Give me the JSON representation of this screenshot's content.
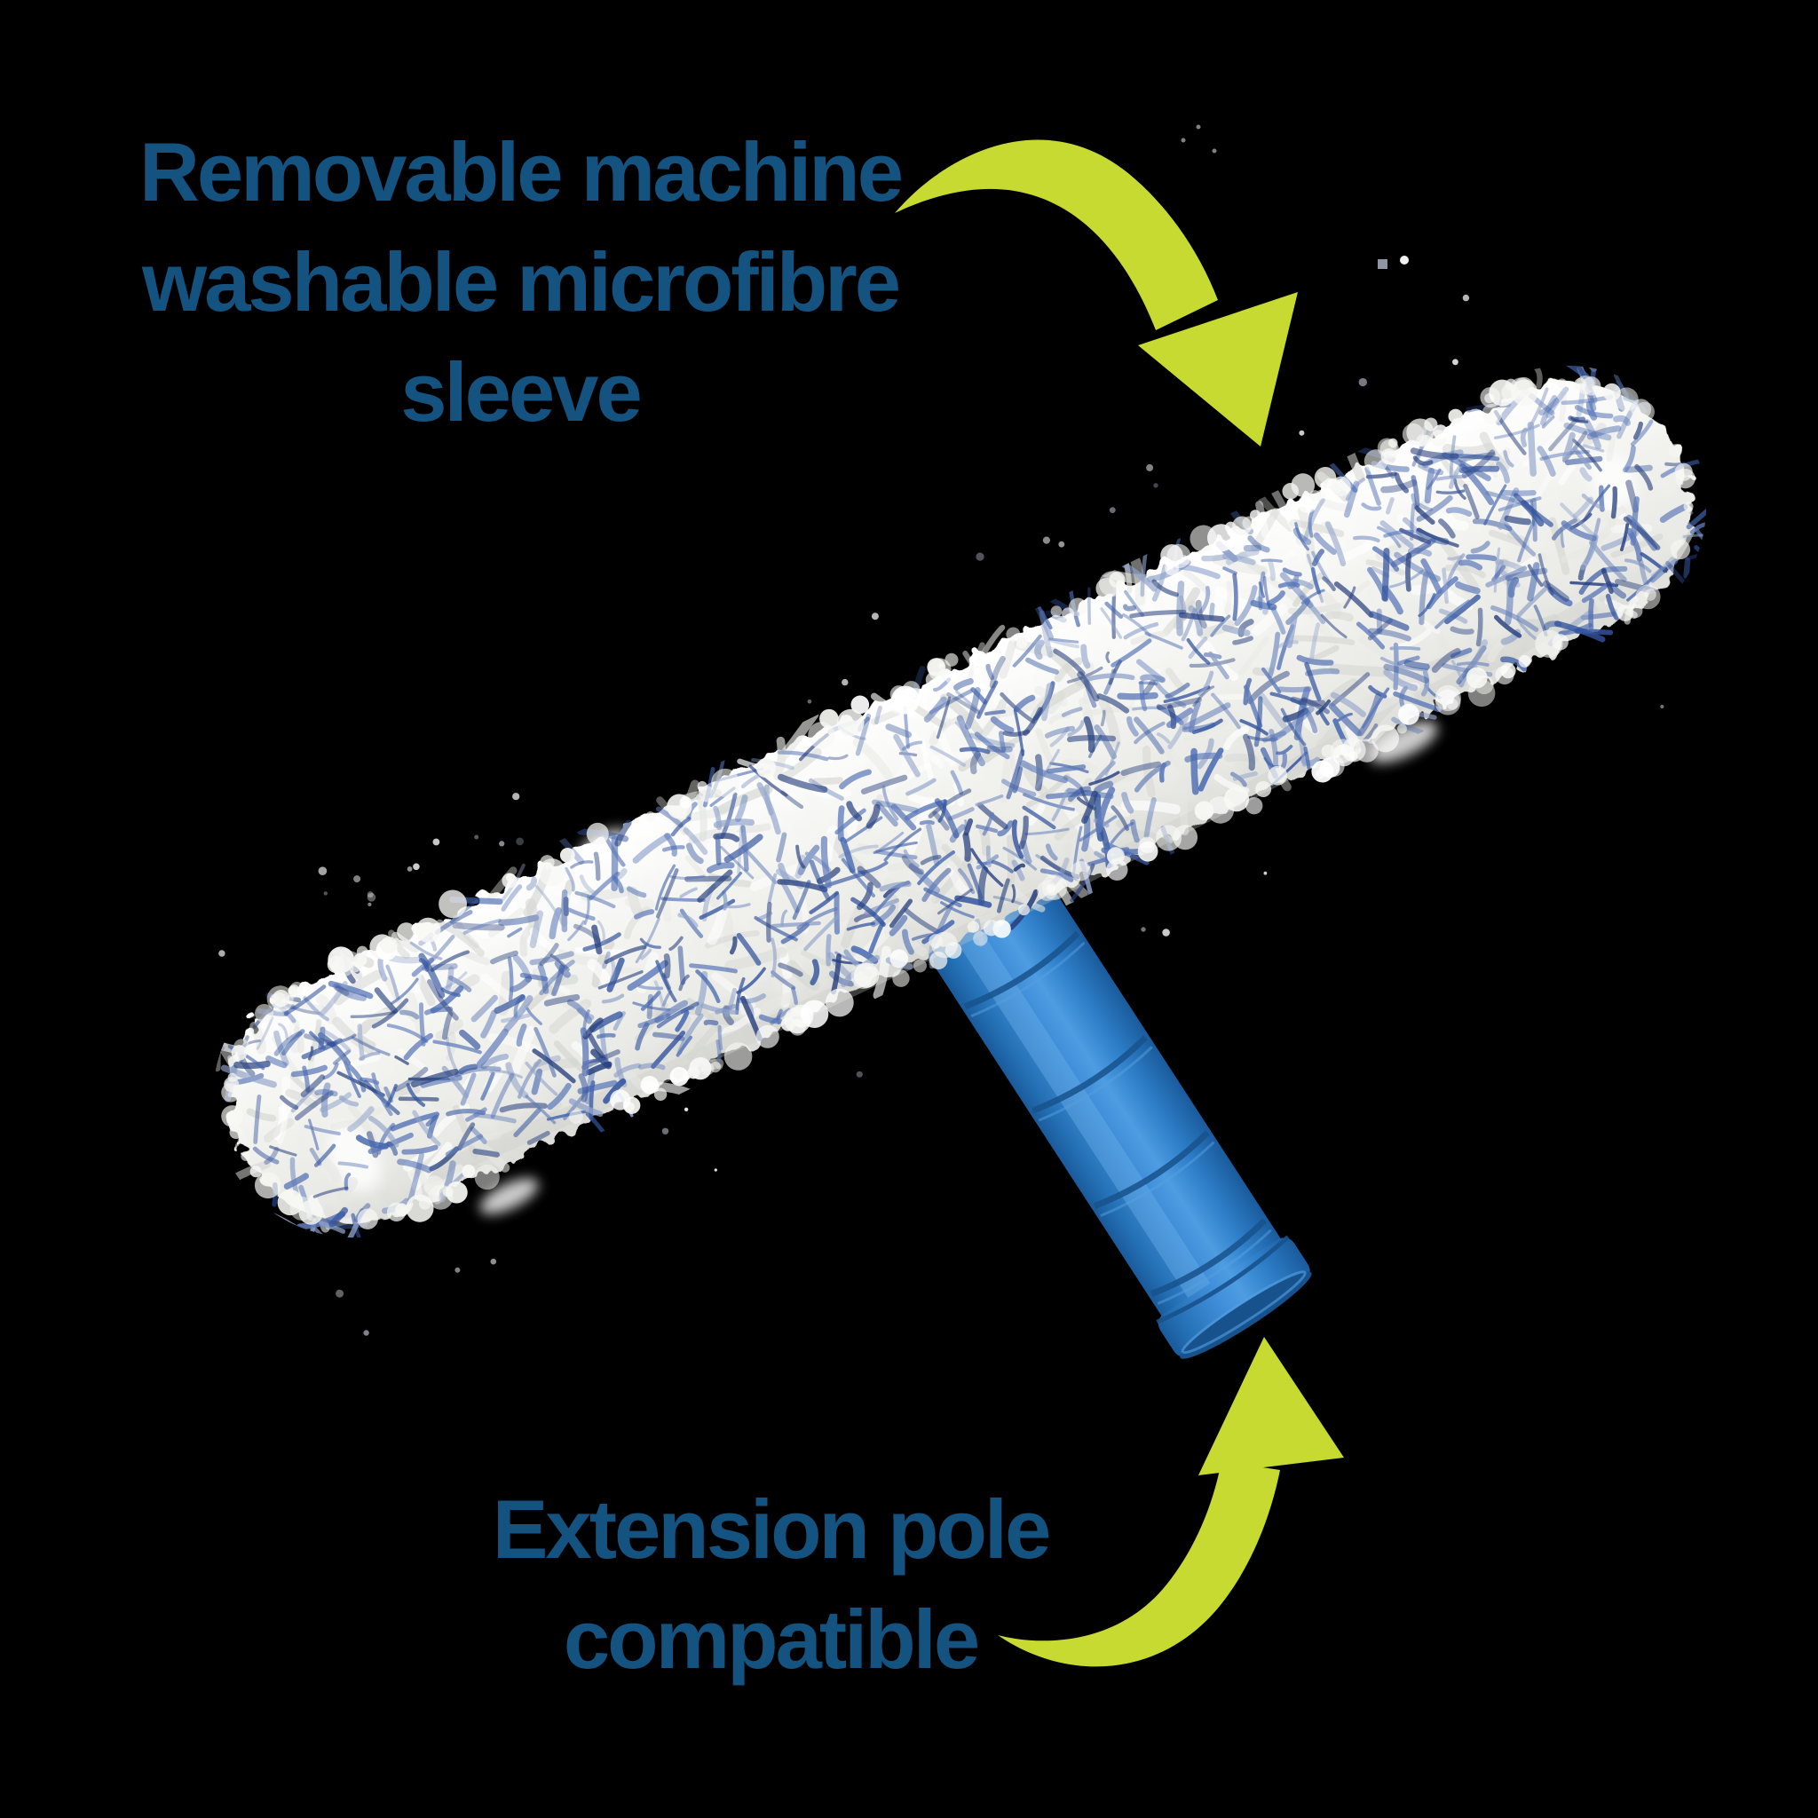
{
  "page": {
    "background_color": "#000000"
  },
  "annotations": {
    "sleeve_label": {
      "lines": [
        "Removable machine",
        "washable microfibre",
        "sleeve"
      ],
      "color": "#14527F"
    },
    "pole_label": {
      "lines": [
        "Extension pole",
        "compatible"
      ],
      "color": "#14527F"
    }
  },
  "icons": {
    "top_arrow": "curved-arrow-down-right",
    "bottom_arrow": "curved-arrow-up"
  },
  "arrow_color": "#C7DA32",
  "product": {
    "name": "window washer T-bar with microfibre sleeve",
    "sleeve": {
      "base_color": "#F2F2EF",
      "fiber_blues": [
        "#27407E",
        "#33549E",
        "#4466B0",
        "#5E7AB8",
        "#8FA2C9"
      ],
      "fiber_whites": [
        "#FFFFFF",
        "#E7E8E4",
        "#D4D6D1"
      ]
    },
    "handle": {
      "main": "#2E7FC9",
      "dark": "#1A5B9C",
      "light": "#55A0E2",
      "groove": "#17528C"
    }
  }
}
